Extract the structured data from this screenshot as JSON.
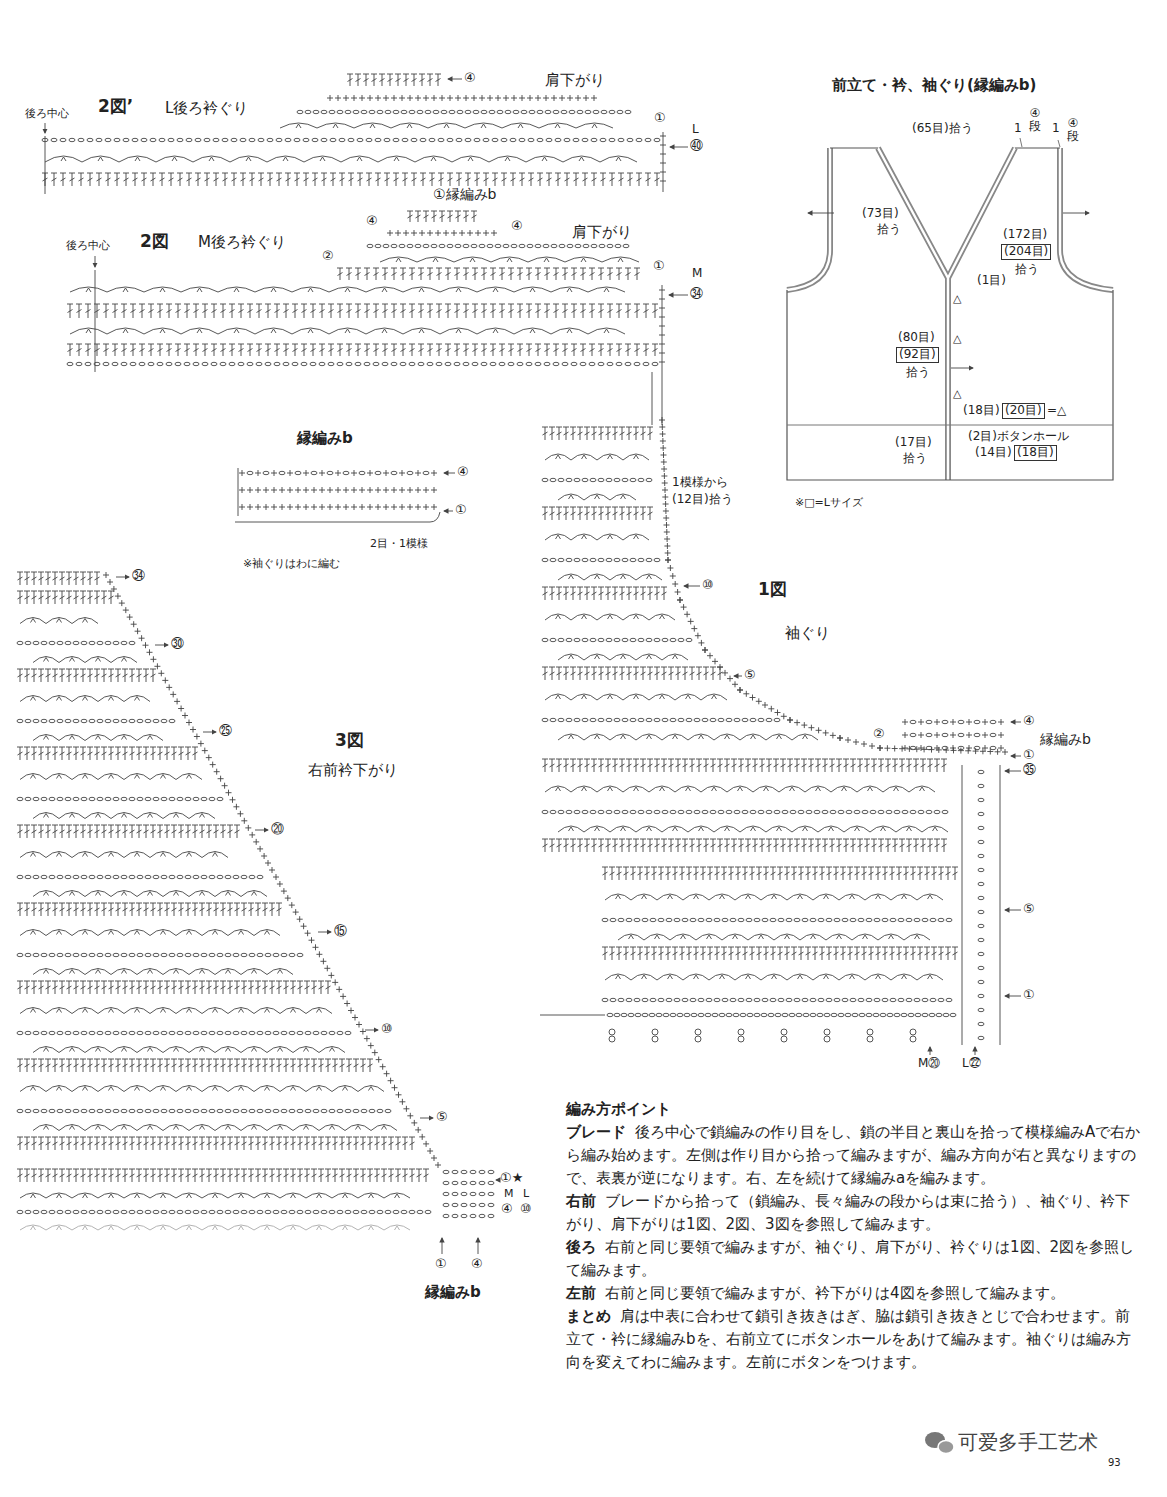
{
  "diagram": {
    "nodes": [
      {
        "text": [
          "(204目)"
        ]
      },
      {
        "text": [
          "(92目)"
        ]
      },
      {
        "text": [
          "(20目)"
        ]
      },
      {
        "text": [
          "(18目)"
        ]
      }
    ],
    "labels": [
      "後ろ中心",
      "2図’",
      "L後ろ衿ぐり",
      "④",
      "肩下がり",
      "①",
      "L",
      "㊵",
      "①縁編みb",
      "④",
      "④",
      "②",
      "肩下がり",
      "①",
      "M",
      "㉞",
      "後ろ中心",
      "2図",
      "M後ろ衿ぐり",
      "縁編みb",
      "④",
      "①",
      "2目・1模様",
      "※袖ぐりはわに編む",
      "1模様から",
      "(12目)拾う",
      "⑩",
      "1図",
      "袖ぐり",
      "⑤",
      "②",
      "④",
      "縁編みb",
      "①",
      "㉟",
      "⑤",
      "①",
      "M⑳",
      "L㉒",
      "㉞",
      "㉚",
      "㉕",
      "3図",
      "右前衿下がり",
      "⑳",
      "⑮",
      "⑩",
      "⑤",
      "①★",
      "M",
      "L",
      "④",
      "⑩",
      "①",
      "④",
      "縁編みb",
      "前立て・衿、袖ぐり(縁編みb)",
      "(65目)拾う",
      "1",
      "④段",
      "1",
      "④段",
      "(73目)",
      "拾う",
      "(172目)",
      "拾う",
      "(1目)",
      "△",
      "△",
      "(80目)",
      "拾う",
      "△",
      "(18目)",
      "=△",
      "(17目)",
      "拾う",
      "(2目)ボタンホール",
      "(14目)",
      "※□=Lサイズ",
      "編み方ポイント",
      "ブレード",
      "後ろ中心で鎖編みの作り目をし、鎖の半目と裏山を拾って模様編みAで右から編み始めます。左側は作り目から拾って編みますが、編み方向が右と異なりますので、表裏が逆になります。右、左を続けて縁編みaを編みます。",
      "右前",
      "ブレードから拾って（鎖編み、長々編みの段からは束に拾う）、袖ぐり、衿下がり、肩下がりは1図、2図、3図を参照して編みます。",
      "後ろ",
      "右前と同じ要領で編みますが、袖ぐり、肩下がり、衿ぐりは1図、2図を参照して編みます。",
      "左前",
      "右前と同じ要領で編みますが、衿下がりは4図を参照して編みます。",
      "まとめ",
      "肩は中表に合わせて鎖引き抜きはぎ、脇は鎖引き抜きとじで合わせます。前立て・衿に縁編みbを、右前立てにボタンホールをあけて編みます。袖ぐりは編み方向を変えてわに編みます。左前にボタンをつけます。",
      "可爱多手工艺术",
      "93"
    ]
  }
}
